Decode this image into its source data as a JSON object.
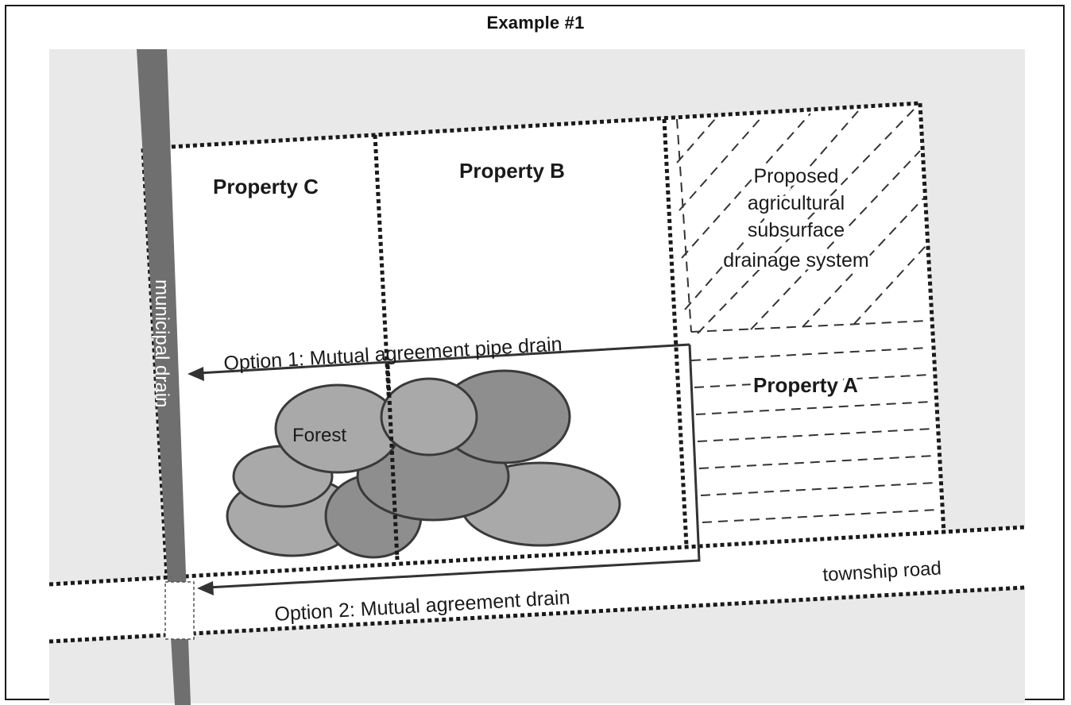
{
  "title": "Example #1",
  "labels": {
    "property_c": "Property C",
    "property_b": "Property B",
    "property_a": "Property A",
    "proposed_line1": "Proposed",
    "proposed_line2": "agricultural",
    "proposed_line3": "subsurface",
    "proposed_line4": "drainage system",
    "municipal_drain": "municipal drain",
    "option1": "Option 1: Mutual agreement pipe drain",
    "option2": "Option 2: Mutual agreement drain",
    "forest": "Forest",
    "township_road": "township road"
  },
  "colors": {
    "background_field": "#e9e9e9",
    "property_fill": "#ffffff",
    "drain": "#6f6f6f",
    "forest_dark": "#8e8e8e",
    "forest_light": "#a9a9a9",
    "line": "#1a1a1a"
  }
}
